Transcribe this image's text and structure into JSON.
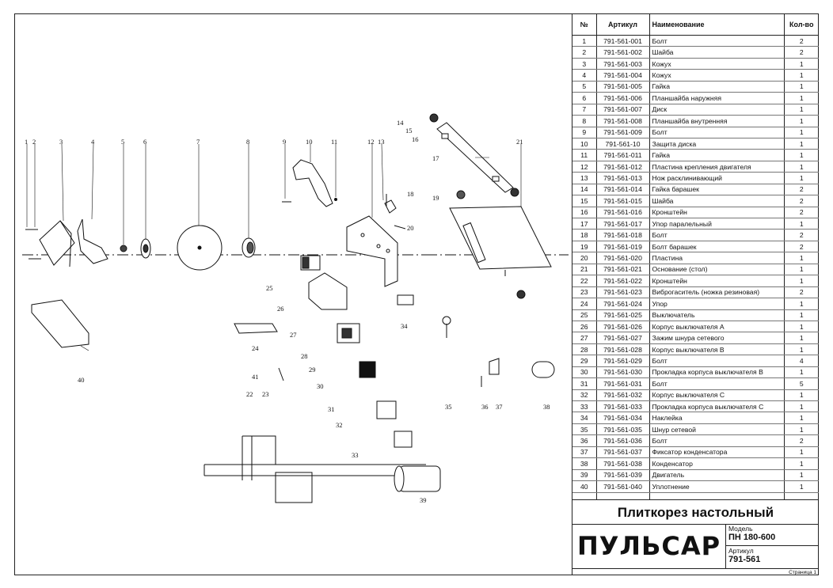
{
  "table": {
    "headers": {
      "num": "№",
      "article": "Артикул",
      "name": "Наименование",
      "qty": "Кол-во"
    },
    "rows": [
      [
        "1",
        "791-561-001",
        "Болт",
        "2"
      ],
      [
        "2",
        "791-561-002",
        "Шайба",
        "2"
      ],
      [
        "3",
        "791-561-003",
        "Кожух",
        "1"
      ],
      [
        "4",
        "791-561-004",
        "Кожух",
        "1"
      ],
      [
        "5",
        "791-561-005",
        "Гайка",
        "1"
      ],
      [
        "6",
        "791-561-006",
        "Планшайба наружняя",
        "1"
      ],
      [
        "7",
        "791-561-007",
        "Диск",
        "1"
      ],
      [
        "8",
        "791-561-008",
        "Планшайба внутренняя",
        "1"
      ],
      [
        "9",
        "791-561-009",
        "Болт",
        "1"
      ],
      [
        "10",
        "791-561-10",
        "Защита диска",
        "1"
      ],
      [
        "11",
        "791-561-011",
        "Гайка",
        "1"
      ],
      [
        "12",
        "791-561-012",
        "Пластина крепления двигателя",
        "1"
      ],
      [
        "13",
        "791-561-013",
        "Нож расклинивающий",
        "1"
      ],
      [
        "14",
        "791-561-014",
        "Гайка барашек",
        "2"
      ],
      [
        "15",
        "791-561-015",
        "Шайба",
        "2"
      ],
      [
        "16",
        "791-561-016",
        "Кронштейн",
        "2"
      ],
      [
        "17",
        "791-561-017",
        "Упор паралельный",
        "1"
      ],
      [
        "18",
        "791-561-018",
        "Болт",
        "2"
      ],
      [
        "19",
        "791-561-019",
        "Болт барашек",
        "2"
      ],
      [
        "20",
        "791-561-020",
        "Пластина",
        "1"
      ],
      [
        "21",
        "791-561-021",
        "Основание (стол)",
        "1"
      ],
      [
        "22",
        "791-561-022",
        "Кронштейн",
        "1"
      ],
      [
        "23",
        "791-561-023",
        "Виброгаситель (ножка резиновая)",
        "2"
      ],
      [
        "24",
        "791-561-024",
        "Упор",
        "1"
      ],
      [
        "25",
        "791-561-025",
        "Выключатель",
        "1"
      ],
      [
        "26",
        "791-561-026",
        "Корпус выключателя А",
        "1"
      ],
      [
        "27",
        "791-561-027",
        "Зажим шнура сетевого",
        "1"
      ],
      [
        "28",
        "791-561-028",
        "Корпус выключателя В",
        "1"
      ],
      [
        "29",
        "791-561-029",
        "Болт",
        "4"
      ],
      [
        "30",
        "791-561-030",
        "Прокладка корпуса выключателя В",
        "1"
      ],
      [
        "31",
        "791-561-031",
        "Болт",
        "5"
      ],
      [
        "32",
        "791-561-032",
        "Корпус выключателя С",
        "1"
      ],
      [
        "33",
        "791-561-033",
        "Прокладка корпуса выключателя С",
        "1"
      ],
      [
        "34",
        "791-561-034",
        "Наклейка",
        "1"
      ],
      [
        "35",
        "791-561-035",
        "Шнур сетевой",
        "1"
      ],
      [
        "36",
        "791-561-036",
        "Болт",
        "2"
      ],
      [
        "37",
        "791-561-037",
        "Фиксатор конденсатора",
        "1"
      ],
      [
        "38",
        "791-561-038",
        "Конденсатор",
        "1"
      ],
      [
        "39",
        "791-561-039",
        "Двигатель",
        "1"
      ],
      [
        "40",
        "791-561-040",
        "Уплотнение",
        "1"
      ]
    ]
  },
  "product_title": "Плиткорез настольный",
  "brand": "ПУЛЬСАР",
  "model_label": "Модель",
  "model_value": "ПН 180-600",
  "article_label": "Артикул",
  "article_value": "791-561",
  "page_label": "Страница 1",
  "callouts": [
    "1",
    "2",
    "3",
    "4",
    "5",
    "6",
    "7",
    "8",
    "9",
    "10",
    "11",
    "12",
    "13",
    "14",
    "15",
    "16",
    "17",
    "18",
    "19",
    "20",
    "21",
    "22",
    "23",
    "24",
    "25",
    "26",
    "27",
    "28",
    "29",
    "30",
    "31",
    "32",
    "33",
    "34",
    "35",
    "36",
    "37",
    "38",
    "39",
    "40",
    "41"
  ]
}
